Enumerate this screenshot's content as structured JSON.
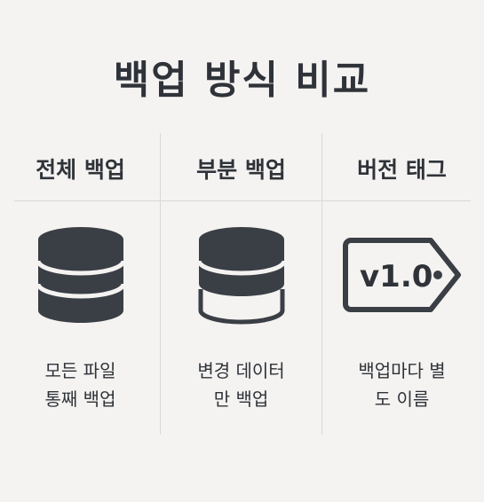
{
  "title": "백업 방식 비교",
  "colors": {
    "ink": "#2f3339",
    "background": "#f4f3f1",
    "divider": "#d9d8d5"
  },
  "columns": [
    {
      "heading": "전체 백업",
      "icon": "database-full-icon",
      "description": [
        "모든 파일",
        "통째 백업"
      ]
    },
    {
      "heading": "부분 백업",
      "icon": "database-partial-icon",
      "description": [
        "변경 데이터",
        "만 백업"
      ]
    },
    {
      "heading": "버전 태그",
      "icon": "version-tag-icon",
      "tag_label": "v1.0",
      "description": [
        "백업마다 별",
        "도 이름"
      ]
    }
  ]
}
